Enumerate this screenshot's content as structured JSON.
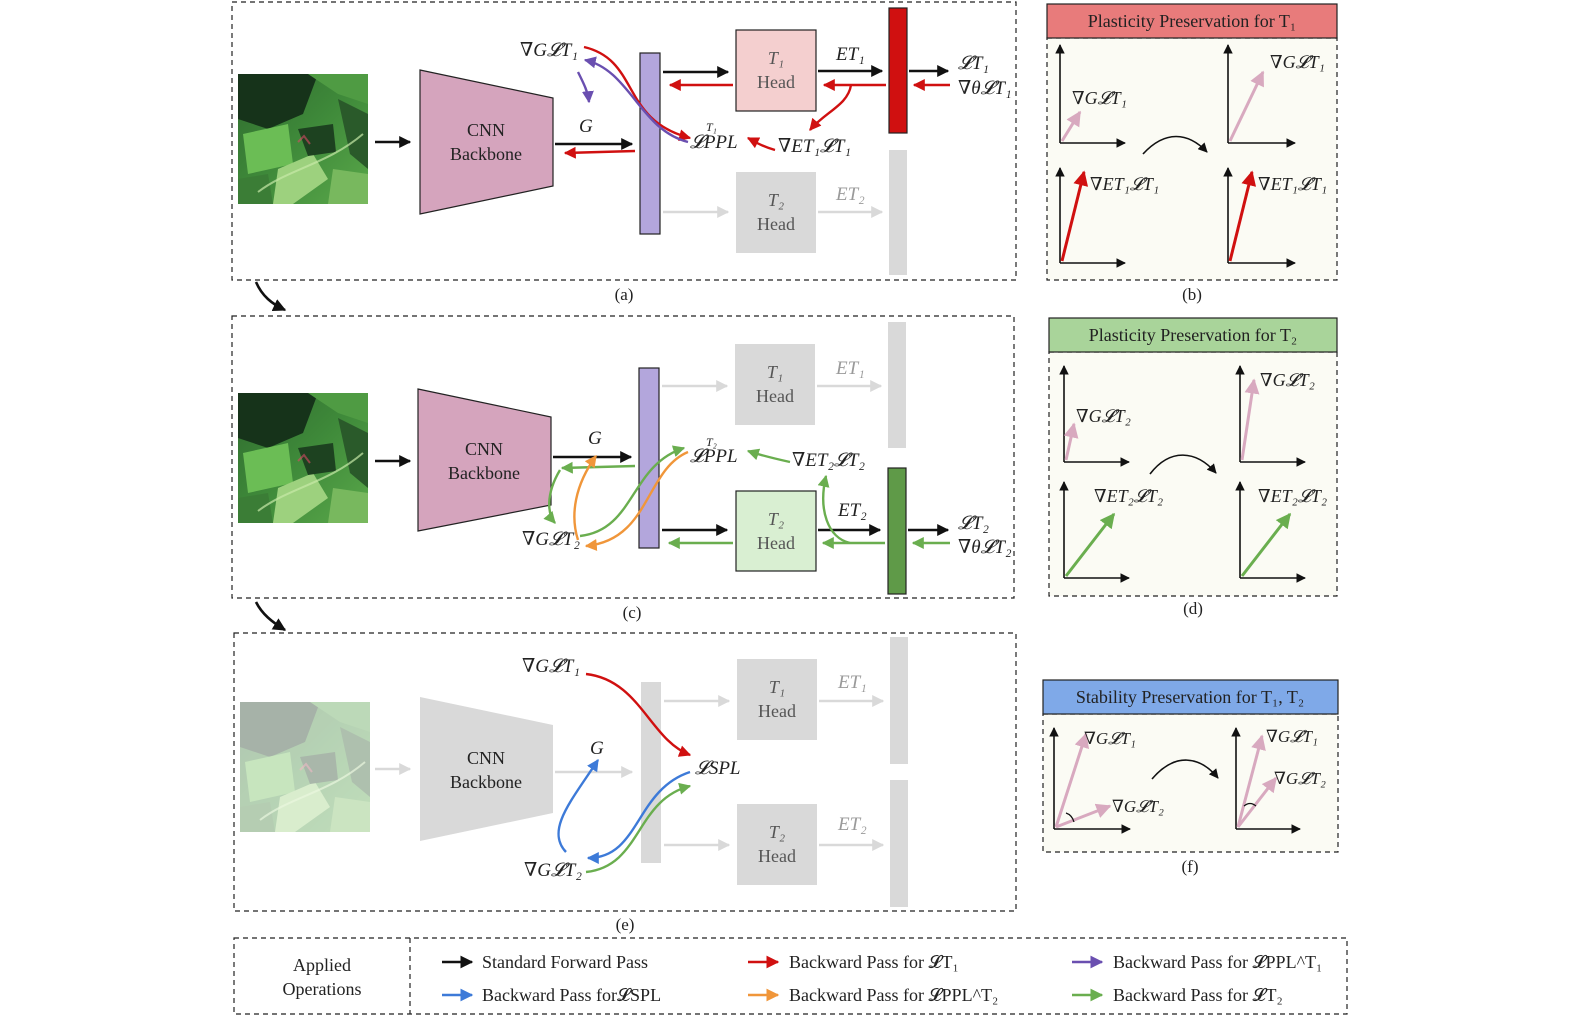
{
  "colors": {
    "forward": "#111111",
    "backward_T1": "#d01010",
    "backward_PPL_T1": "#6a4fb0",
    "backward_SPL": "#3d7ad8",
    "backward_PPL_T2": "#f0963a",
    "backward_T2": "#6aae4f",
    "backbone": "#d5a4bd",
    "shared_feature": "#b3a6dc",
    "head_T1": "#f4cfcf",
    "head_T2": "#d9efd2",
    "inactive": "#d9d9d9",
    "grad_pink": "#d8a9bf",
    "title_T1": "#e87b7b",
    "title_T2": "#a9d49a",
    "title_stab": "#7fa9e8"
  },
  "panels": {
    "a": {
      "caption": "(a)",
      "backbone_label": [
        "CNN",
        "Backbone"
      ],
      "head_T1_label": [
        "T₁",
        "Head"
      ],
      "head_T2_label": [
        "T₂",
        "Head"
      ],
      "labels": {
        "grad_G_LT1": "∇G𝓛T₁",
        "G": "G",
        "L_PPL_T1": "𝓛PPL",
        "L_PPL_T1_sup": "T₁",
        "grad_E_T1": "∇ET₁𝓛T₁",
        "E_T1": "ET₁",
        "E_T2": "ET₂",
        "L_T1": "𝓛T₁",
        "grad_theta_T1": "∇θ𝓛T₁"
      }
    },
    "b": {
      "caption": "(b)",
      "title": "Plasticity Preservation for T₁",
      "grad_G": "∇G𝓛T₁",
      "grad_E": "∇ET₁𝓛T₁"
    },
    "c": {
      "caption": "(c)",
      "backbone_label": [
        "CNN",
        "Backbone"
      ],
      "head_T1_label": [
        "T₁",
        "Head"
      ],
      "head_T2_label": [
        "T₂",
        "Head"
      ],
      "labels": {
        "G": "G",
        "grad_G_LT2": "∇G𝓛T₂",
        "L_PPL_T2": "𝓛PPL",
        "L_PPL_T2_sup": "T₂",
        "grad_E_T2": "∇ET₂𝓛T₂",
        "E_T1": "ET₁",
        "E_T2": "ET₂",
        "L_T2": "𝓛T₂",
        "grad_theta_T2": "∇θ𝓛T₂"
      }
    },
    "d": {
      "caption": "(d)",
      "title": "Plasticity Preservation for T₂",
      "grad_G": "∇G𝓛T₂",
      "grad_E": "∇ET₂𝓛T₂"
    },
    "e": {
      "caption": "(e)",
      "backbone_label": [
        "CNN",
        "Backbone"
      ],
      "head_T1_label": [
        "T₁",
        "Head"
      ],
      "head_T2_label": [
        "T₂",
        "Head"
      ],
      "labels": {
        "grad_G_LT1": "∇G𝓛T₁",
        "grad_G_LT2": "∇G𝓛T₂",
        "G": "G",
        "L_SPL": "𝓛SPL",
        "E_T1": "ET₁",
        "E_T2": "ET₂"
      }
    },
    "f": {
      "caption": "(f)",
      "title": "Stability Preservation for  T₁, T₂",
      "grad_G_T1": "∇G𝓛T₁",
      "grad_G_T2": "∇G𝓛T₂"
    }
  },
  "legend": {
    "heading": [
      "Applied",
      "Operations"
    ],
    "items": [
      {
        "label": "Standard Forward Pass",
        "color_key": "forward"
      },
      {
        "label": "Backward Pass for 𝓛T₁",
        "color_key": "backward_T1"
      },
      {
        "label": "Backward Pass for 𝓛PPL^T₁",
        "color_key": "backward_PPL_T1"
      },
      {
        "label": "Backward Pass for𝓛SPL",
        "color_key": "backward_SPL"
      },
      {
        "label": "Backward Pass for 𝓛PPL^T₂",
        "color_key": "backward_PPL_T2"
      },
      {
        "label": "Backward Pass for 𝓛T₂",
        "color_key": "backward_T2"
      }
    ]
  }
}
